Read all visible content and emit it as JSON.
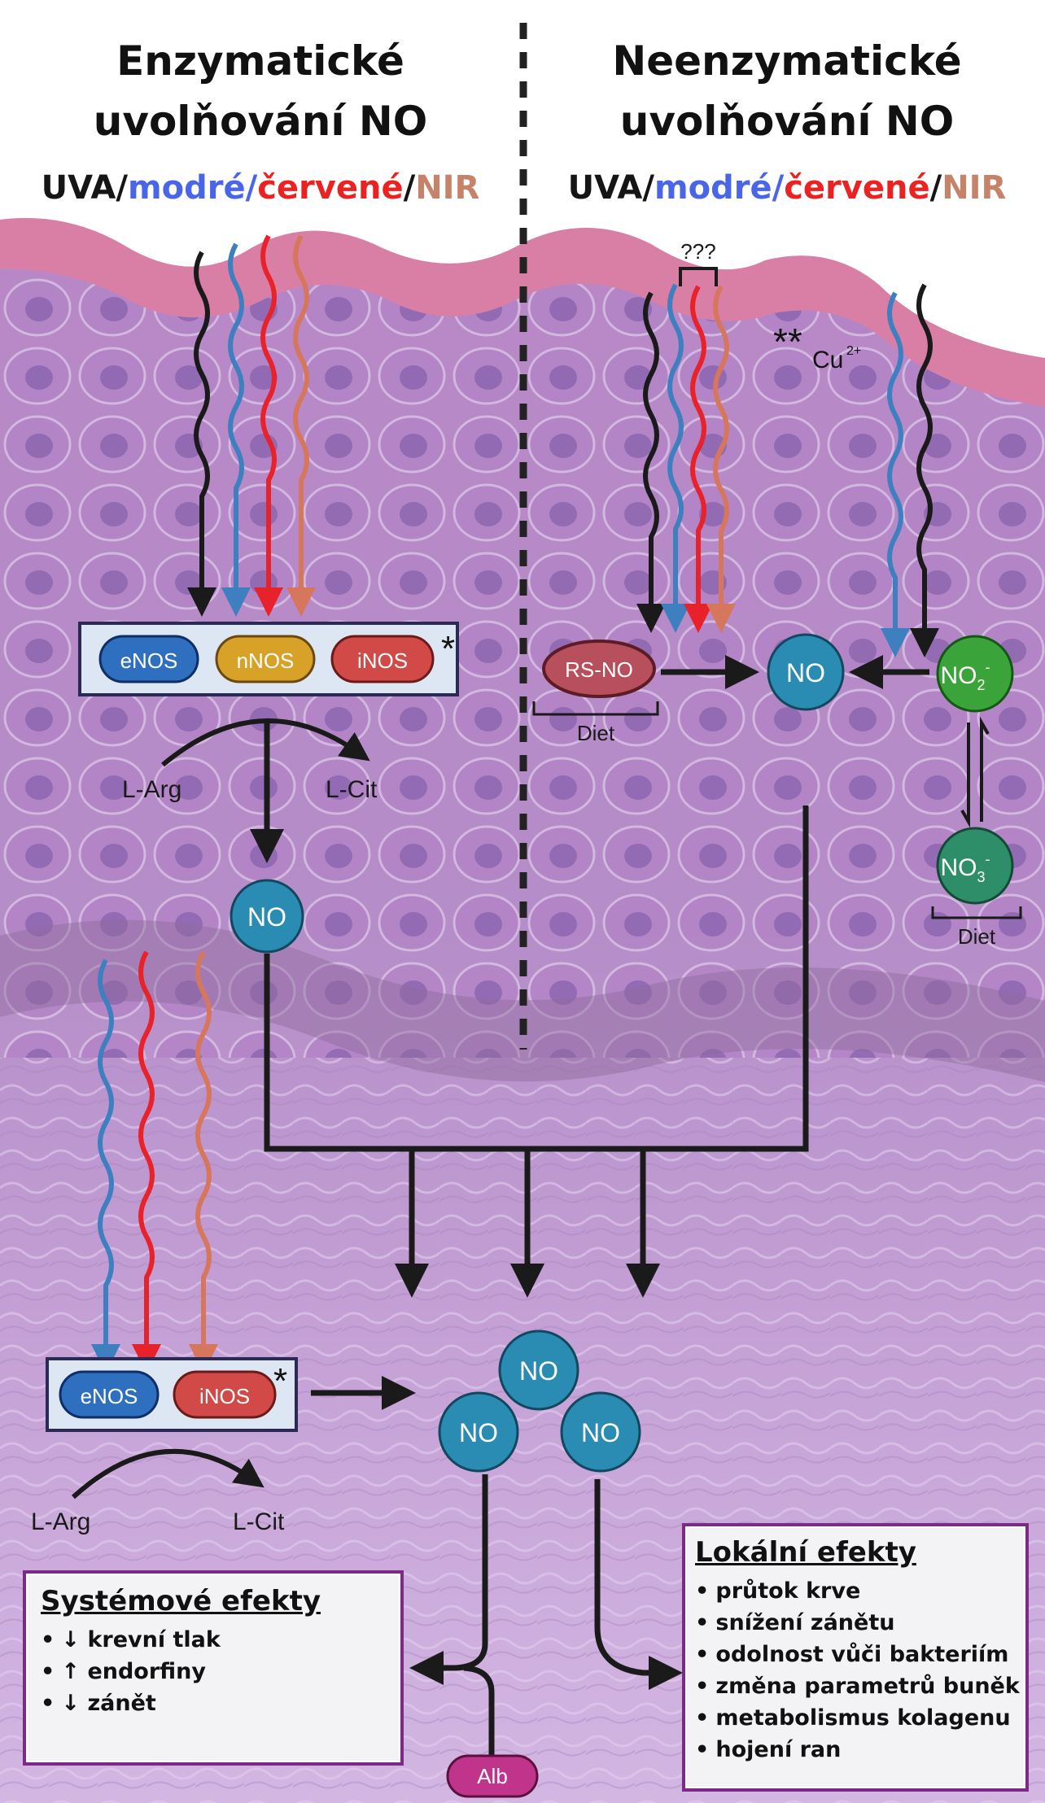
{
  "left_header": {
    "title_line1": "Enzymatické",
    "title_line2": "uvolňování NO",
    "light": {
      "uva": "UVA",
      "blue": "modré",
      "red": "červené",
      "nir": "NIR",
      "sep": "/"
    }
  },
  "right_header": {
    "title_line1": "Neenzymatické",
    "title_line2": "uvolňování NO",
    "light": {
      "uva": "UVA",
      "blue": "modré",
      "red": "červené",
      "nir": "NIR",
      "sep": "/"
    }
  },
  "enzymatic_upper": {
    "enos": "eNOS",
    "nnos": "nNOS",
    "inos": "iNOS",
    "star": "*",
    "substrate": "L-Arg",
    "product": "L-Cit",
    "no": "NO"
  },
  "nonenzymatic": {
    "unknown": "???",
    "cu_stars": "**",
    "cu": "Cu",
    "cu_charge": "2+",
    "rsno": "RS-NO",
    "diet": "Diet",
    "no": "NO",
    "no2": "NO",
    "no2_sub": "2",
    "no2_sup": "-",
    "no3": "NO",
    "no3_sub": "3",
    "no3_sup": "-"
  },
  "enzymatic_lower": {
    "enos": "eNOS",
    "inos": "iNOS",
    "star": "*",
    "substrate": "L-Arg",
    "product": "L-Cit"
  },
  "no_cluster": [
    "NO",
    "NO",
    "NO"
  ],
  "albumin": "Alb",
  "systemic": {
    "title": "Systémové efekty",
    "items": [
      {
        "arrow": "↓",
        "text": "krevní tlak"
      },
      {
        "arrow": "↑",
        "text": "endorfiny"
      },
      {
        "arrow": "↓",
        "text": "zánět"
      }
    ]
  },
  "local": {
    "title": "Lokální efekty",
    "items": [
      "průtok krve",
      "snížení zánětu",
      "odolnost vůči bakteriím",
      "změna parametrů buněk",
      "metabolismus kolagenu",
      "hojení ran"
    ]
  },
  "colors": {
    "uva": "#1a1a1a",
    "blue": "#3e7fc0",
    "red": "#e8222a",
    "nir": "#d6765c",
    "no_node": "#2a8bb3",
    "enos": "#2f6fc0",
    "nnos": "#d8a128",
    "inos": "#d24a48",
    "no2": "#3aa33a",
    "no3": "#2f8e6a",
    "rsno": "#b74f5c",
    "alb": "#c0348c",
    "tissue": "#c9a2d4",
    "epidermis_top": "#d87aa0",
    "box_border": "#7b2a85"
  }
}
